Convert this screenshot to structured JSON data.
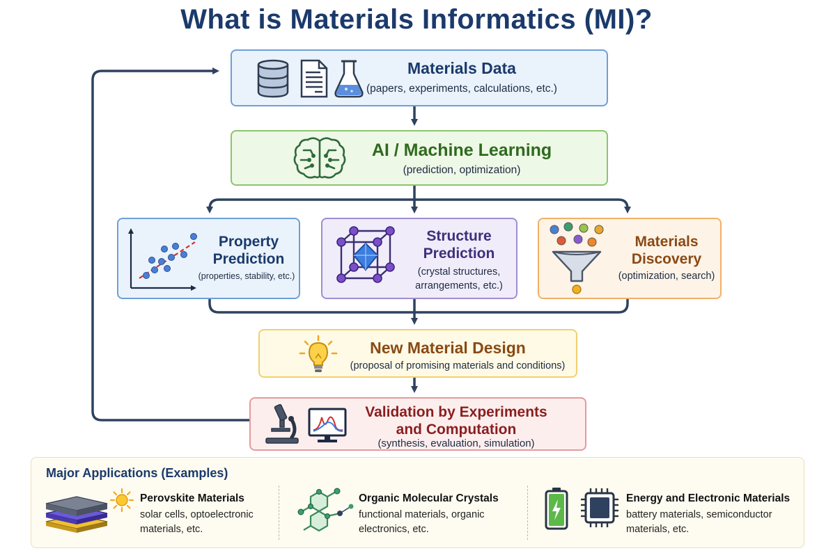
{
  "title": "What is Materials Informatics (MI)?",
  "boxes": {
    "data": {
      "title": "Materials Data",
      "subtitle": "(papers, experiments, calculations, etc.)"
    },
    "ml": {
      "title": "AI / Machine Learning",
      "subtitle": "(prediction, optimization)"
    },
    "property": {
      "title_line1": "Property",
      "title_line2": "Prediction",
      "subtitle": "(properties, stability, etc.)"
    },
    "structure": {
      "title_line1": "Structure",
      "title_line2": "Prediction",
      "subtitle_line1": "(crystal structures,",
      "subtitle_line2": "arrangements, etc.)"
    },
    "discovery": {
      "title_line1": "Materials",
      "title_line2": "Discovery",
      "subtitle": "(optimization, search)"
    },
    "design": {
      "title": "New Material Design",
      "subtitle": "(proposal of promising materials and conditions)"
    },
    "validation": {
      "title_line1": "Validation by Experiments",
      "title_line2": "and Computation",
      "subtitle": "(synthesis, evaluation, simulation)"
    }
  },
  "applications": {
    "heading": "Major Applications (Examples)",
    "items": [
      {
        "title": "Perovskite Materials",
        "desc_line1": "solar cells, optoelectronic",
        "desc_line2": "materials, etc."
      },
      {
        "title": "Organic Molecular Crystals",
        "desc_line1": "functional materials, organic",
        "desc_line2": "electronics, etc."
      },
      {
        "title": "Energy and Electronic Materials",
        "desc_line1": "battery materials, semiconductor",
        "desc_line2": "materials, etc."
      }
    ]
  },
  "colors": {
    "arrow": "#2e4260",
    "title": "#1b3a6b"
  }
}
